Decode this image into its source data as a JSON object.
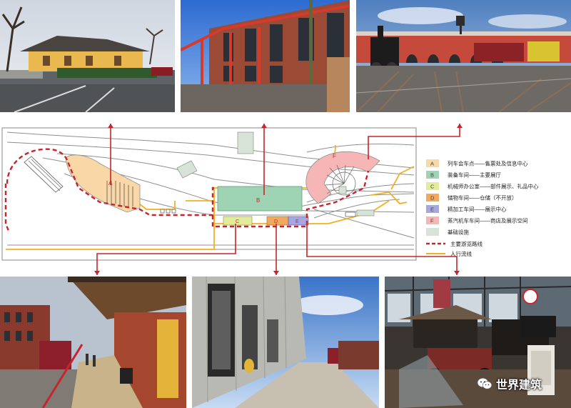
{
  "legend": [
    {
      "letter": "A",
      "text": "列车会车点——售票处及信息中心",
      "color": "#f9d7a6"
    },
    {
      "letter": "B",
      "text": "装备车间——主要展厅",
      "color": "#9ed3b4"
    },
    {
      "letter": "C",
      "text": "机械师办公室——部件展示、礼品中心",
      "color": "#e3ec9b"
    },
    {
      "letter": "D",
      "text": "储物车间——仓储（不开放）",
      "color": "#f1a95e"
    },
    {
      "letter": "E",
      "text": "精加工车间——展示中心",
      "color": "#a8a6e0"
    },
    {
      "letter": "F",
      "text": "蒸汽机车车间——商店及展示空间",
      "color": "#f6b6b6"
    },
    {
      "letter": "",
      "text": "基础设施",
      "color": "#d7e3d6"
    }
  ],
  "route_legend": [
    {
      "text": "主要游览路线",
      "color": "#c8242b",
      "style": "dashed"
    },
    {
      "text": "人行流线",
      "color": "#f2b01e",
      "style": "solid"
    }
  ],
  "map_labels": {
    "A": "A",
    "B": "B",
    "C": "C",
    "D": "D",
    "E": "E",
    "F": "F"
  },
  "watermark": "世界建筑",
  "photos": [
    {
      "name": "depot-photo",
      "subject": "train-depot"
    },
    {
      "name": "equipment-shop-photo",
      "subject": "brick-hall-red-frame"
    },
    {
      "name": "roundhouse-photo",
      "subject": "steam-locomotive-roundhouse"
    },
    {
      "name": "platform-photo",
      "subject": "brick-platform-red-railcar"
    },
    {
      "name": "walkway-photo",
      "subject": "exhibit-walkway"
    },
    {
      "name": "interior-photo",
      "subject": "vintage-car-hall"
    }
  ]
}
